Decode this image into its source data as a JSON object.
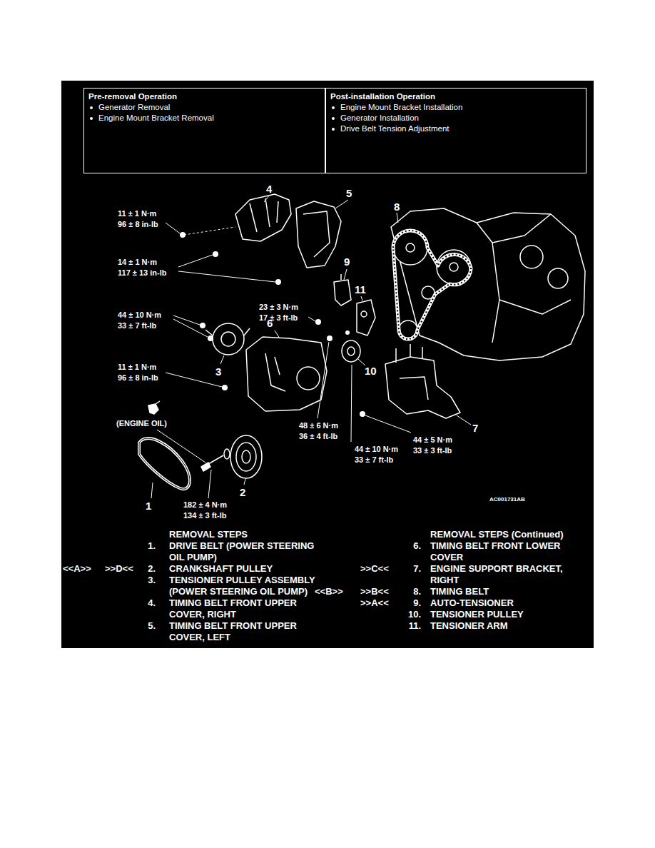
{
  "diagram": {
    "nodes": [
      {
        "text": [
          "Pre-removal Operation",
          "Generator Removal",
          "Engine Mount Bracket Removal"
        ]
      },
      {
        "text": [
          "Post-installation Operation",
          "Engine Mount Bracket Installation",
          "Generator Installation",
          "Drive Belt Tension Adjustment"
        ]
      }
    ],
    "labels": [
      "4",
      "11 ± 1 N·m",
      "96 ± 8 in-lb",
      "5",
      "8",
      "14 ± 1 N·m",
      "117 ± 13 in-lb",
      "9",
      "23 ± 3 N·m",
      "17 ± 3 ft-lb",
      "11",
      "44 ± 10 N·m",
      "33 ± 7 ft-lb",
      "6",
      "3",
      "10",
      "11 ± 1 N·m",
      "96 ± 8 in-lb",
      "7",
      "(ENGINE OIL)",
      "48 ± 6 N·m",
      "36 ± 4 ft-lb",
      "44 ± 5 N·m",
      "33 ± 3 ft-lb",
      "44 ± 10 N·m",
      "33 ± 7 ft-lb",
      "AC001731AB",
      "2",
      "1",
      "182 ± 4 N·m",
      "134 ± 3 ft-lb",
      "REMOVAL STEPS",
      "1.",
      "DRIVE BELT (POWER STEERING OIL PUMP)",
      "<<A>>",
      ">>D<<",
      "2.",
      "CRANKSHAFT PULLEY",
      "3.",
      "TENSIONER PULLEY ASSEMBLY (POWER STEERING OIL PUMP)",
      "4.",
      "TIMING BELT FRONT UPPER COVER, RIGHT",
      "5.",
      "TIMING BELT FRONT UPPER COVER, LEFT",
      "REMOVAL STEPS (Continued)",
      "6.",
      "TIMING BELT FRONT LOWER COVER",
      ">>C<<",
      "7.",
      "ENGINE SUPPORT BRACKET, RIGHT",
      "<<B>>",
      ">>B<<",
      "8.",
      "TIMING BELT",
      ">>A<<",
      "9.",
      "AUTO-TENSIONER",
      "10.",
      "TENSIONER PULLEY",
      "11.",
      "TENSIONER ARM"
    ]
  }
}
